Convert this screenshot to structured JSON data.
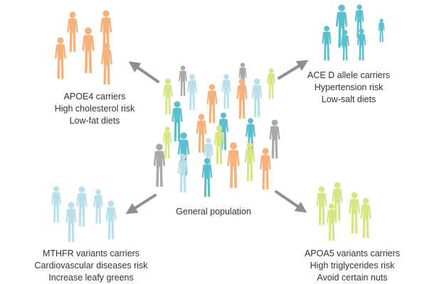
{
  "colors": {
    "orange": "#f7b27c",
    "teal": "#5cc0cc",
    "lightblue": "#b9e0ea",
    "lime": "#d6e586",
    "gray": "#a9a9a9",
    "arrow": "#8f8f8f"
  },
  "center_label": "General population",
  "groups": [
    {
      "id": "tl",
      "lines": [
        "APOE4 carriers",
        "High cholesterol risk",
        "Low-fat diets"
      ],
      "color_key": "orange"
    },
    {
      "id": "tr",
      "lines": [
        "ACE D allele carriers",
        "Hypertension risk",
        "Low-salt diets"
      ],
      "color_key": "teal"
    },
    {
      "id": "bl",
      "lines": [
        "MTHFR variants carriers",
        "Cardiovascular diseases risk",
        "Increase leafy greens"
      ],
      "color_key": "lightblue"
    },
    {
      "id": "br",
      "lines": [
        "APOA5 variants carriers",
        "High triglycerides risk",
        "Avoid certain nuts"
      ],
      "color_key": "lime"
    }
  ]
}
